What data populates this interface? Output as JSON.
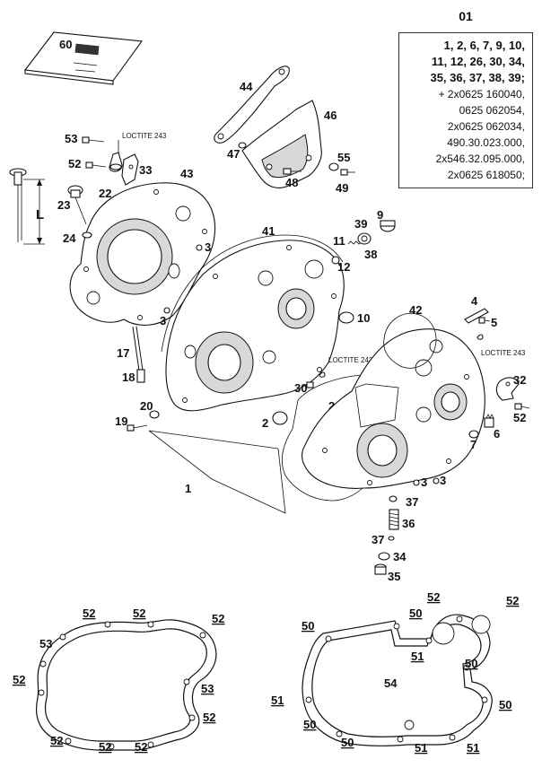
{
  "kit": {
    "number": "01",
    "lines": [
      {
        "text": "1, 2, 6, 7, 9, 10,",
        "bold": true
      },
      {
        "text": "11, 12, 26, 30, 34,",
        "bold": true
      },
      {
        "text": "35, 36, 37, 38, 39;",
        "bold": true
      },
      {
        "text": "+ 2x0625 160040,",
        "bold": false
      },
      {
        "text": "0625 062054,",
        "bold": false
      },
      {
        "text": "2x0625 062034,",
        "bold": false
      },
      {
        "text": "490.30.023.000,",
        "bold": false
      },
      {
        "text": "2x546.32.095.000,",
        "bold": false
      },
      {
        "text": "2x0625 618050;",
        "bold": false
      }
    ]
  },
  "loctite": "LOCTITE 243",
  "callouts": {
    "c60": "60",
    "c44": "44",
    "c46": "46",
    "c47": "47",
    "c48": "48",
    "c55": "55",
    "c49": "49",
    "c53": "53",
    "c52a": "52",
    "c22": "22",
    "c33": "33",
    "c43": "43",
    "c23": "23",
    "cL": "L",
    "c24": "24",
    "c3a": "3",
    "c41": "41",
    "c11": "11",
    "c12": "12",
    "c39": "39",
    "c9": "9",
    "c38": "38",
    "c10": "10",
    "c3b": "3",
    "c17": "17",
    "c42": "42",
    "c4": "4",
    "c5": "5",
    "c30": "30",
    "c26": "26",
    "c32": "32",
    "c52b": "52",
    "c20": "20",
    "c19": "19",
    "c2": "2",
    "c6": "6",
    "c7": "7",
    "c1": "1",
    "c3c": "3",
    "c3d": "3",
    "c37a": "37",
    "c36": "36",
    "c37b": "37",
    "c34": "34",
    "c35": "35",
    "c18": "18"
  },
  "gasket_left": {
    "g1": "52",
    "g2": "52",
    "g3": "52",
    "g4": "53",
    "g5": "52",
    "g6": "53",
    "g7": "52",
    "g8": "52",
    "g9": "52",
    "g10": "52"
  },
  "gasket_right": {
    "r1": "50",
    "r2": "50",
    "r3": "52",
    "r4": "52",
    "r5": "51",
    "r6": "50",
    "r7": "54",
    "r8": "51",
    "r9": "50",
    "r10": "50",
    "r11": "50",
    "r12": "51",
    "r13": "51"
  }
}
